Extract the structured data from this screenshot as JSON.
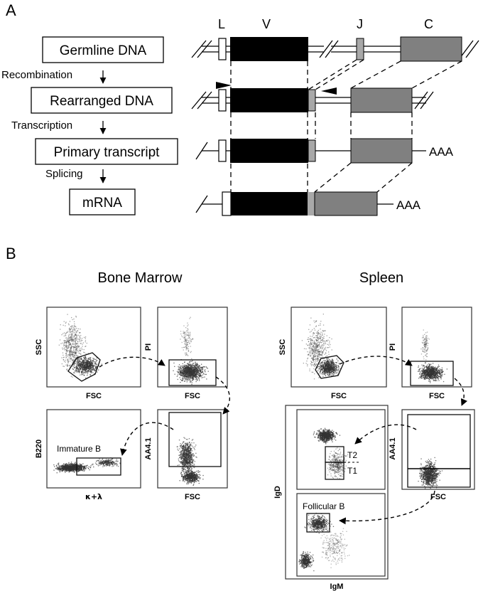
{
  "panel_a": {
    "letter": "A",
    "segment_labels": {
      "L": "L",
      "V": "V",
      "J": "J",
      "C": "C"
    },
    "stages": [
      {
        "id": "germline",
        "label": "Germline DNA"
      },
      {
        "id": "rearranged",
        "label": "Rearranged DNA"
      },
      {
        "id": "primary",
        "label": "Primary transcript"
      },
      {
        "id": "mrna",
        "label": "mRNA"
      }
    ],
    "steps": [
      {
        "id": "recombination",
        "label": "Recombination"
      },
      {
        "id": "transcription",
        "label": "Transcription"
      },
      {
        "id": "splicing",
        "label": "Splicing"
      }
    ],
    "polyA": "AAA"
  },
  "panel_b": {
    "letter": "B",
    "bone_marrow": {
      "title": "Bone Marrow",
      "plots": {
        "ssc_fsc": {
          "y": "SSC",
          "x": "FSC"
        },
        "pi_fsc": {
          "y": "PI",
          "x": "FSC"
        },
        "b220_kl": {
          "y": "B220",
          "x": "κ+λ",
          "gate": "Immature B"
        },
        "aa41_fsc": {
          "y": "AA4.1",
          "x": "FSC"
        }
      }
    },
    "spleen": {
      "title": "Spleen",
      "plots": {
        "ssc_fsc": {
          "y": "SSC",
          "x": "FSC"
        },
        "pi_fsc": {
          "y": "PI",
          "x": "FSC"
        },
        "igd_igm_t": {
          "gate_t2": "T2",
          "gate_t1": "T1"
        },
        "aa41_fsc": {
          "y": "AA4.1",
          "x": "FSC"
        },
        "igd_igm_fo": {
          "gate": "Follicular B"
        }
      },
      "shared_axes": {
        "y": "IgD",
        "x": "IgM"
      }
    }
  },
  "colors": {
    "segment_v": "#000000",
    "segment_j": "#a8a8a8",
    "segment_c": "#808080",
    "dots": "#333333"
  }
}
